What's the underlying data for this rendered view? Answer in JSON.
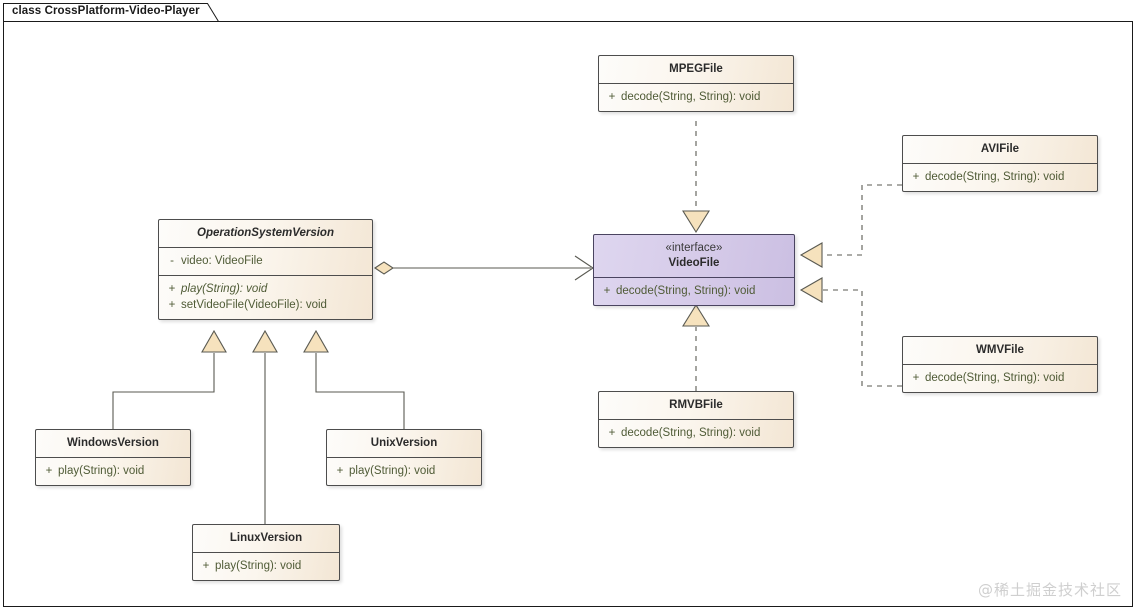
{
  "diagram": {
    "title": "class CrossPlatform-Video-Player",
    "watermark": "@稀土掘金技术社区",
    "colors": {
      "class_fill_start": "#fdfcfa",
      "class_fill_end": "#f3e6d4",
      "interface_fill_start": "#ded6ef",
      "interface_fill_end": "#cbbfe2",
      "border": "#4d4d4d",
      "member_text": "#4f5b36",
      "arrow_fill": "#f6e2bd",
      "watermark": "#cfcfcf"
    }
  },
  "classes": {
    "operation_system_version": {
      "name": "OperationSystemVersion",
      "stereotype": "",
      "attributes": [
        {
          "visibility": "-",
          "signature": "video: VideoFile",
          "italic": false
        }
      ],
      "operations": [
        {
          "visibility": "+",
          "signature": "play(String): void",
          "italic": true
        },
        {
          "visibility": "+",
          "signature": "setVideoFile(VideoFile): void",
          "italic": false
        }
      ]
    },
    "video_file": {
      "name": "VideoFile",
      "stereotype": "«interface»",
      "attributes": [],
      "operations": [
        {
          "visibility": "+",
          "signature": "decode(String, String): void",
          "italic": false
        }
      ]
    },
    "mpeg_file": {
      "name": "MPEGFile",
      "stereotype": "",
      "attributes": [],
      "operations": [
        {
          "visibility": "+",
          "signature": "decode(String, String): void",
          "italic": false
        }
      ]
    },
    "avi_file": {
      "name": "AVIFile",
      "stereotype": "",
      "attributes": [],
      "operations": [
        {
          "visibility": "+",
          "signature": "decode(String, String): void",
          "italic": false
        }
      ]
    },
    "wmv_file": {
      "name": "WMVFile",
      "stereotype": "",
      "attributes": [],
      "operations": [
        {
          "visibility": "+",
          "signature": "decode(String, String): void",
          "italic": false
        }
      ]
    },
    "rmvb_file": {
      "name": "RMVBFile",
      "stereotype": "",
      "attributes": [],
      "operations": [
        {
          "visibility": "+",
          "signature": "decode(String, String): void",
          "italic": false
        }
      ]
    },
    "windows_version": {
      "name": "WindowsVersion",
      "stereotype": "",
      "attributes": [],
      "operations": [
        {
          "visibility": "+",
          "signature": "play(String): void",
          "italic": false
        }
      ]
    },
    "linux_version": {
      "name": "LinuxVersion",
      "stereotype": "",
      "attributes": [],
      "operations": [
        {
          "visibility": "+",
          "signature": "play(String): void",
          "italic": false
        }
      ]
    },
    "unix_version": {
      "name": "UnixVersion",
      "stereotype": "",
      "attributes": [],
      "operations": [
        {
          "visibility": "+",
          "signature": "play(String): void",
          "italic": false
        }
      ]
    }
  },
  "relations": [
    {
      "from": "OperationSystemVersion",
      "to": "VideoFile",
      "type": "aggregation"
    },
    {
      "from": "MPEGFile",
      "to": "VideoFile",
      "type": "realization"
    },
    {
      "from": "RMVBFile",
      "to": "VideoFile",
      "type": "realization"
    },
    {
      "from": "AVIFile",
      "to": "VideoFile",
      "type": "realization"
    },
    {
      "from": "WMVFile",
      "to": "VideoFile",
      "type": "realization"
    },
    {
      "from": "WindowsVersion",
      "to": "OperationSystemVersion",
      "type": "generalization"
    },
    {
      "from": "LinuxVersion",
      "to": "OperationSystemVersion",
      "type": "generalization"
    },
    {
      "from": "UnixVersion",
      "to": "OperationSystemVersion",
      "type": "generalization"
    }
  ]
}
